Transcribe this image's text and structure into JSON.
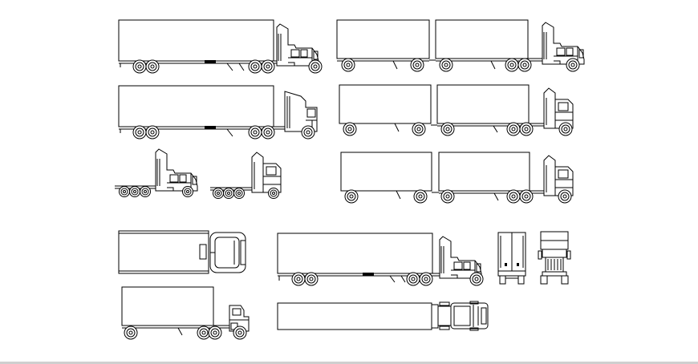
{
  "drawing": {
    "background": "#ffffff",
    "line_color": "#000000",
    "vehicles": [
      {
        "name": "conventional-semi-trailer-truck-side",
        "view": "side"
      },
      {
        "name": "double-trailer-truck-side",
        "view": "side"
      },
      {
        "name": "sleeper-semi-trailer-truck-side",
        "view": "side"
      },
      {
        "name": "cabover-double-trailer-truck-side",
        "view": "side"
      },
      {
        "name": "conventional-tractor-side",
        "view": "side"
      },
      {
        "name": "cabover-tractor-side",
        "view": "side"
      },
      {
        "name": "cabover-double-trailer-truck-side-2",
        "view": "side"
      },
      {
        "name": "semi-trailer-truck-top",
        "view": "top"
      },
      {
        "name": "semi-trailer-truck-side-large",
        "view": "side"
      },
      {
        "name": "trailer-rear",
        "view": "rear"
      },
      {
        "name": "truck-front",
        "view": "front"
      },
      {
        "name": "box-trailer-truck-side",
        "view": "side"
      },
      {
        "name": "semi-trailer-truck-top-2",
        "view": "top"
      }
    ]
  }
}
